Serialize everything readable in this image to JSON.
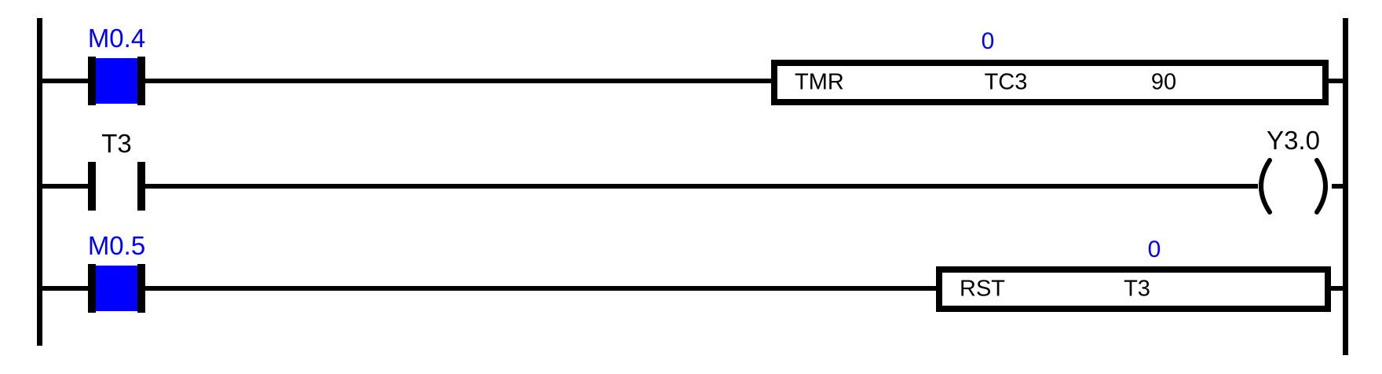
{
  "diagram": {
    "type": "plc-ladder",
    "colors": {
      "energized": "#0000ff",
      "line": "#000000",
      "background": "#ffffff"
    },
    "rungs": [
      {
        "contact": {
          "label": "M0.4",
          "type": "normally-open",
          "energized": true
        },
        "box": {
          "op": "TMR",
          "operand": "TC3",
          "preset": "90",
          "current_value": "0"
        }
      },
      {
        "contact": {
          "label": "T3",
          "type": "normally-open",
          "energized": false
        },
        "coil": {
          "label": "Y3.0",
          "energized": false
        }
      },
      {
        "contact": {
          "label": "M0.5",
          "type": "normally-open",
          "energized": true
        },
        "box": {
          "op": "RST",
          "operand": "T3",
          "current_value": "0"
        }
      }
    ]
  }
}
